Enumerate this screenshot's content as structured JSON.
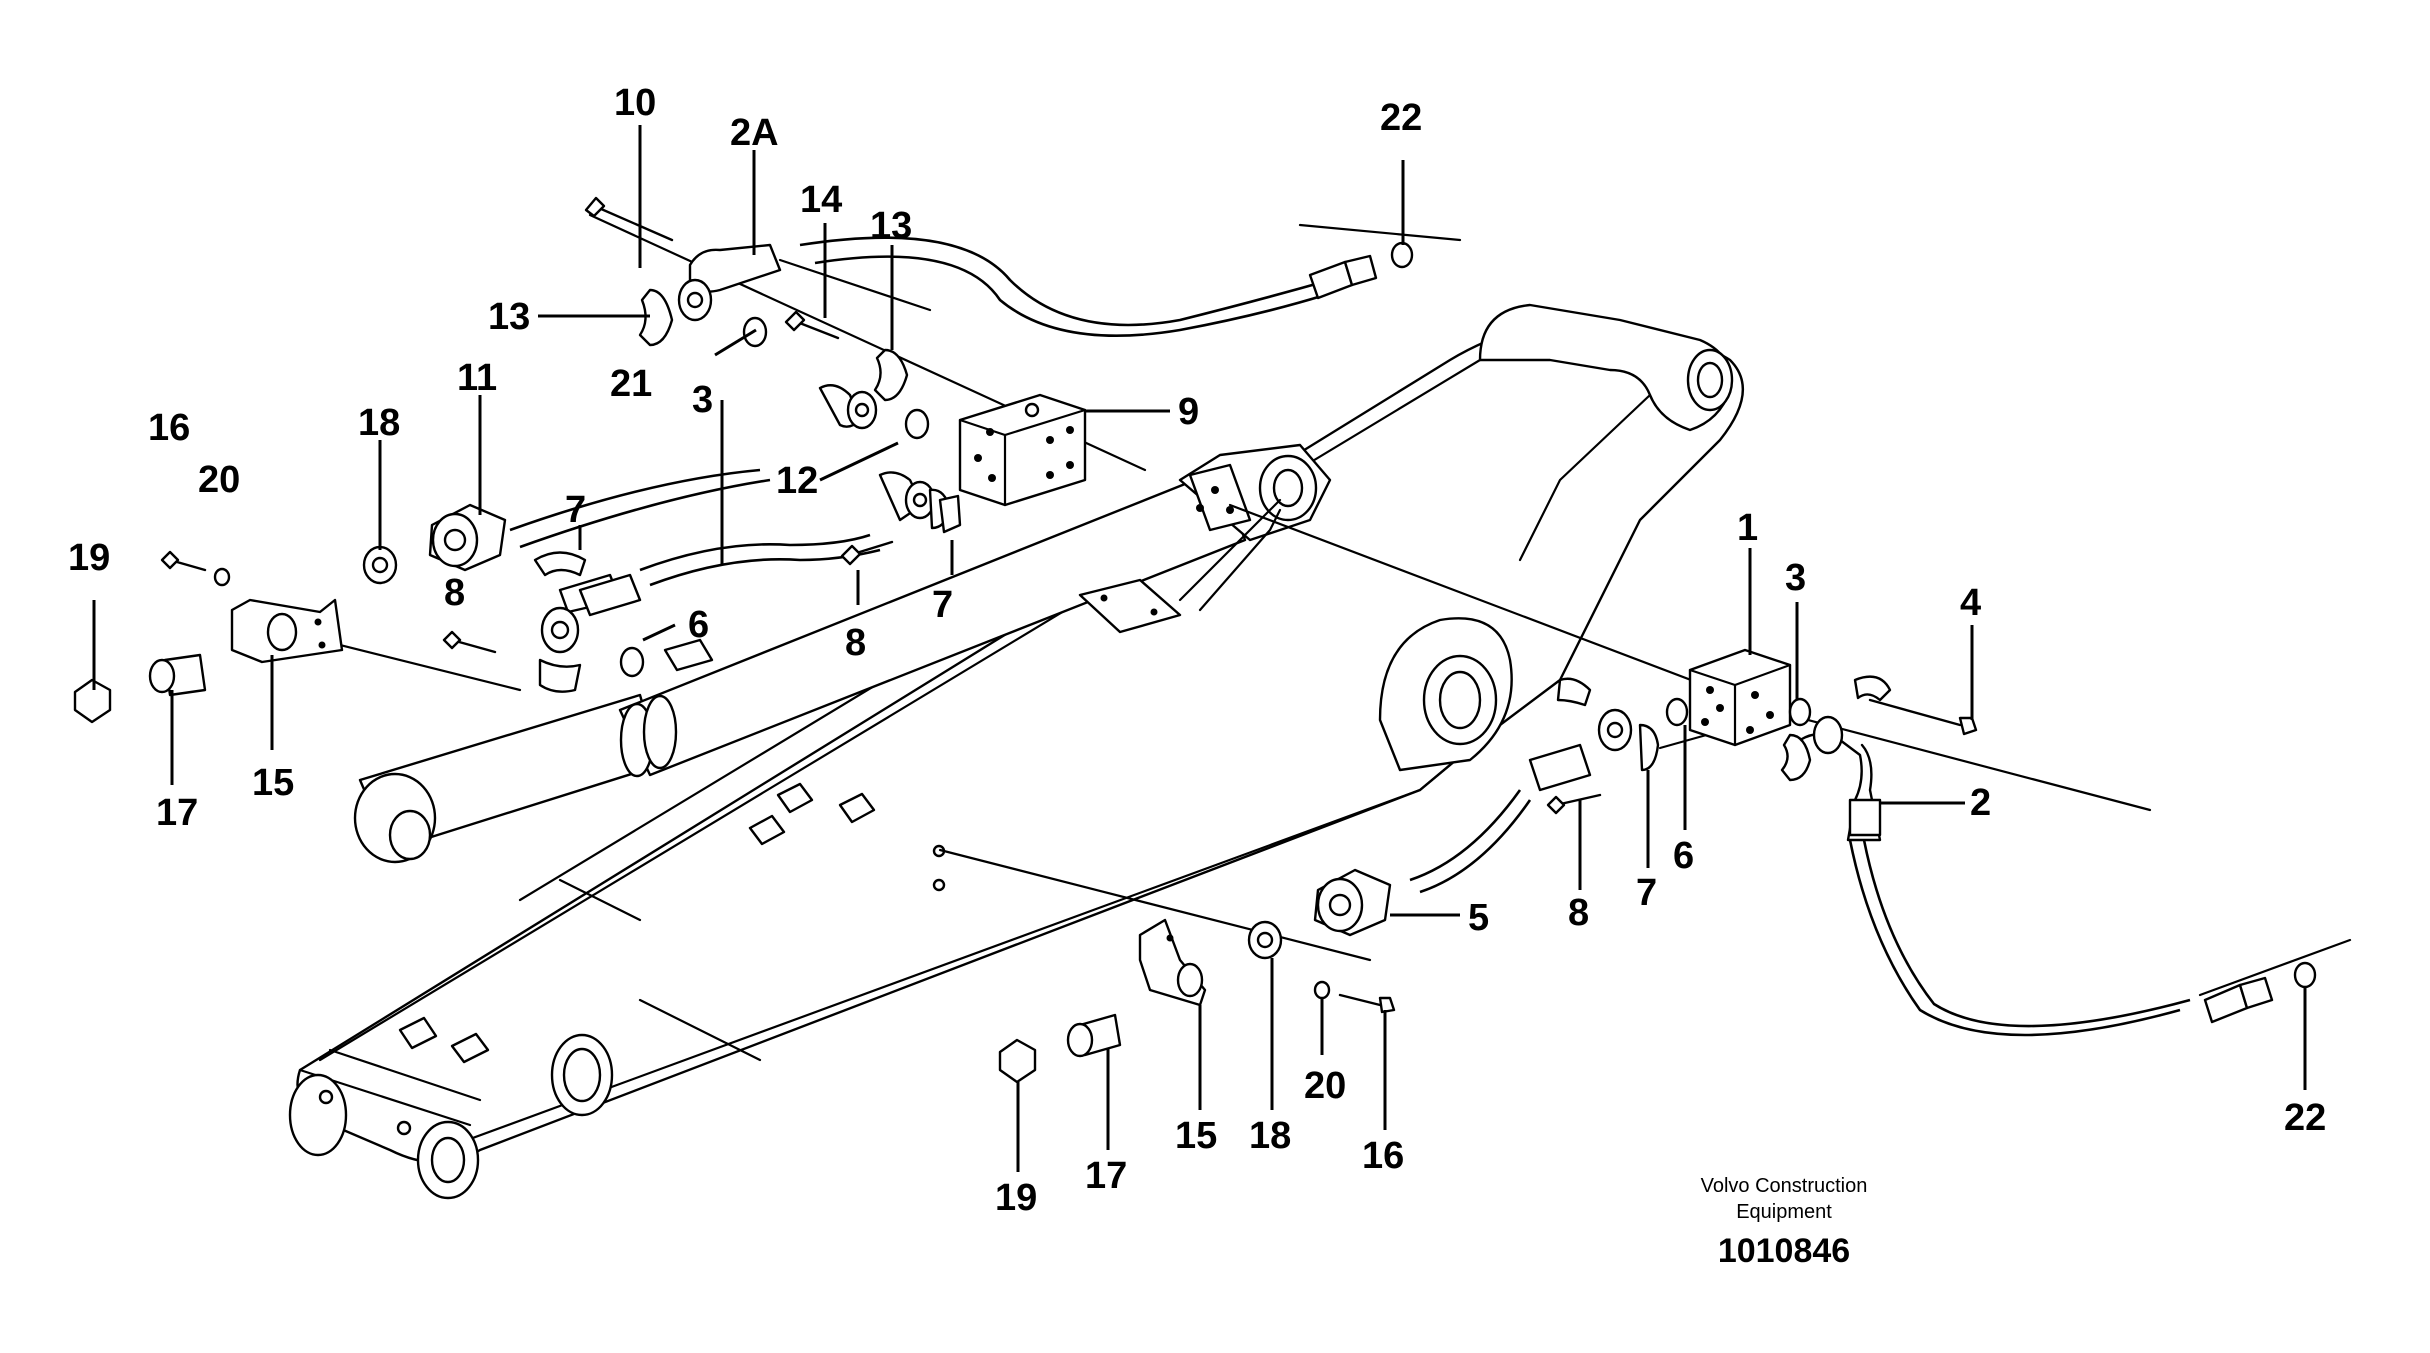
{
  "callouts": {
    "c1": "1",
    "c2": "2",
    "c2A": "2A",
    "c3a": "3",
    "c3b": "3",
    "c4": "4",
    "c5": "5",
    "c6a": "6",
    "c6b": "6",
    "c7a": "7",
    "c7b": "7",
    "c7c": "7",
    "c8a": "8",
    "c8b": "8",
    "c8c": "8",
    "c9": "9",
    "c10": "10",
    "c11": "11",
    "c12": "12",
    "c13a": "13",
    "c13b": "13",
    "c14": "14",
    "c15a": "15",
    "c15b": "15",
    "c16a": "16",
    "c16b": "16",
    "c17a": "17",
    "c17b": "17",
    "c18a": "18",
    "c18b": "18",
    "c19a": "19",
    "c19b": "19",
    "c20a": "20",
    "c20b": "20",
    "c21": "21",
    "c22a": "22",
    "c22b": "22"
  },
  "footer": {
    "brand_line1": "Volvo Construction",
    "brand_line2": "Equipment",
    "drawing_number": "1010846"
  }
}
